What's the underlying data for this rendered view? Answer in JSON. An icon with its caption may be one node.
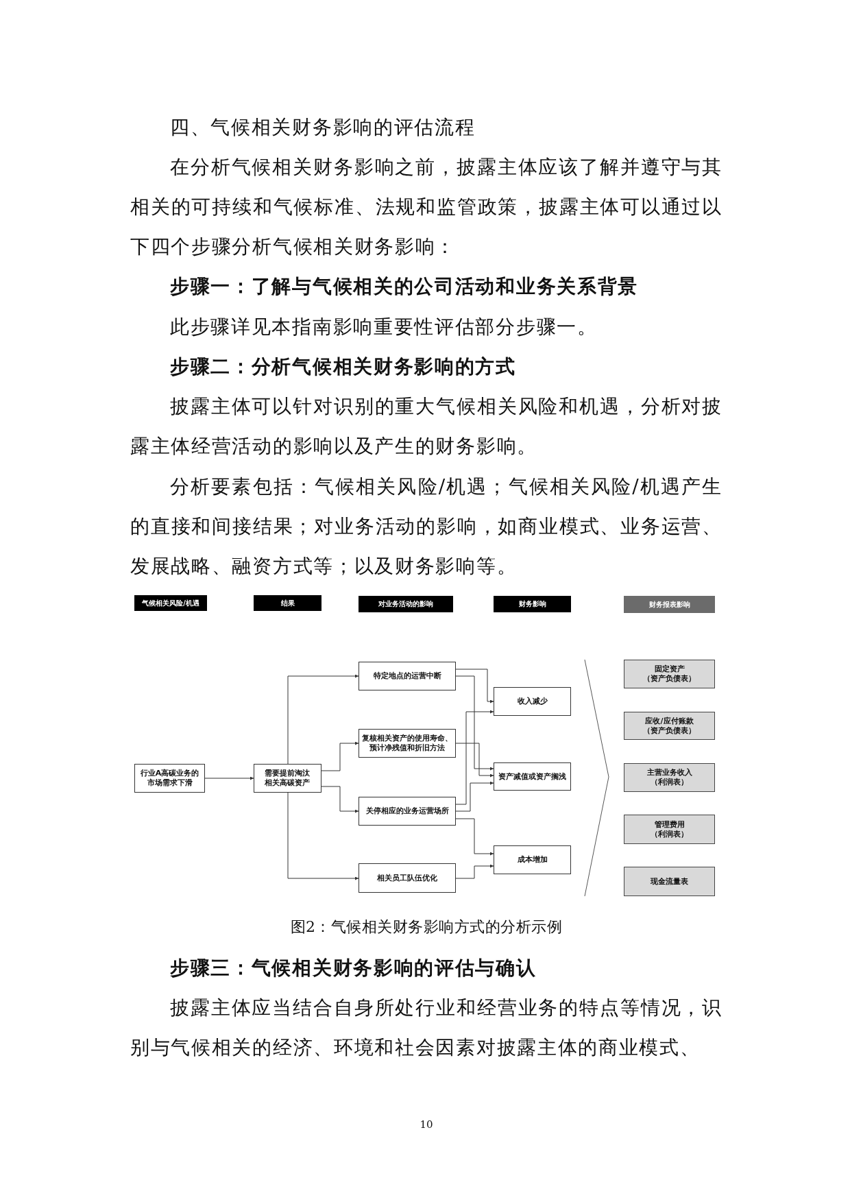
{
  "diagram": {
    "title": "四、气候相关财务影响的评估流程",
    "caption": "图2：气候相关财务影响方式的分析示例",
    "nodes": [
      {
        "text": [
          "气候相关风险/机遇"
        ]
      },
      {
        "text": [
          "结果"
        ]
      },
      {
        "text": [
          "对业务活动的影响"
        ]
      },
      {
        "text": [
          "财务影响"
        ]
      },
      {
        "text": [
          "财务报表影响"
        ]
      },
      {
        "text": [
          "行业A高碳业务的市场需求下滑"
        ]
      },
      {
        "text": [
          "需要提前淘汰相关高碳资产"
        ]
      },
      {
        "text": [
          "特定地点的运营中断"
        ]
      },
      {
        "text": [
          "复核相关资产的使用寿命、预计净残值和折旧方法"
        ]
      },
      {
        "text": [
          "关停相应的业务运营场所"
        ]
      },
      {
        "text": [
          "相关员工队伍优化"
        ]
      },
      {
        "text": [
          "收入减少"
        ]
      },
      {
        "text": [
          "资产减值或资产搁浅"
        ]
      },
      {
        "text": [
          "成本增加"
        ]
      },
      {
        "text": [
          "固定资产",
          "（资产负债表）"
        ]
      },
      {
        "text": [
          "应收/应付账款",
          "（资产负债表）"
        ]
      },
      {
        "text": [
          "主营业务收入",
          "（利润表）"
        ]
      },
      {
        "text": [
          "管理费用",
          "（利润表）"
        ]
      },
      {
        "text": [
          "现金流量表"
        ]
      }
    ],
    "edges": [
      {
        "from": 5,
        "to": 6,
        "arrow": "to"
      },
      {
        "from": 6,
        "to": 7,
        "arrow": "to"
      },
      {
        "from": 6,
        "to": 8,
        "arrow": "to"
      },
      {
        "from": 6,
        "to": 9,
        "arrow": "to"
      },
      {
        "from": 6,
        "to": 10,
        "arrow": "to"
      },
      {
        "from": 7,
        "to": 11,
        "arrow": "to"
      },
      {
        "from": 9,
        "to": 11,
        "arrow": "to"
      },
      {
        "from": 7,
        "to": 12,
        "arrow": "to"
      },
      {
        "from": 8,
        "to": 12,
        "arrow": "to"
      },
      {
        "from": 9,
        "to": 12,
        "arrow": "to"
      },
      {
        "from": 9,
        "to": 13,
        "arrow": "to"
      },
      {
        "from": 10,
        "to": 13,
        "arrow": "to"
      }
    ],
    "labels": [
      "在分析气候相关财务影响之前，披露主体应该了解并遵守与其相关的可持续和气候标准、法规和监管政策，披露主体可以通过以下四个步骤分析气候相关财务影响：",
      "步骤一：了解与气候相关的公司活动和业务关系背景",
      "此步骤详见本指南影响重要性评估部分步骤一。",
      "步骤二：分析气候相关财务影响的方式",
      "披露主体可以针对识别的重大气候相关风险和机遇，分析对披露主体经营活动的影响以及产生的财务影响。",
      "分析要素包括：气候相关风险/机遇；气候相关风险/机遇产生的直接和间接结果；对业务活动的影响，如商业模式、业务运营、发展战略、融资方式等；以及财务影响等。",
      "步骤三：气候相关财务影响的评估与确认",
      "披露主体应当结合自身所处行业和经营业务的特点等情况，识别与气候相关的经济、环境和社会因素对披露主体的商业模式、",
      "10"
    ]
  }
}
